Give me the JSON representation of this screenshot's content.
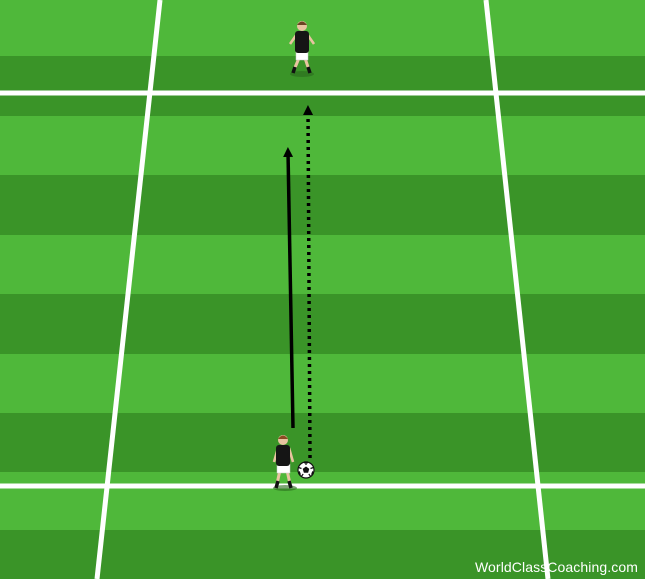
{
  "diagram": {
    "type": "soccer-drill",
    "elements": [
      {
        "name": "goalkeeper-player",
        "kind": "player",
        "kit": "black shirt, white shorts"
      },
      {
        "name": "attacker-player",
        "kind": "player",
        "kit": "black shirt, white shorts",
        "has_ball": true
      },
      {
        "name": "soccer-ball",
        "kind": "ball"
      },
      {
        "name": "run-arrow",
        "kind": "arrow",
        "style": "solid",
        "meaning": "player run"
      },
      {
        "name": "pass-arrow",
        "kind": "arrow",
        "style": "dotted",
        "meaning": "ball pass"
      }
    ]
  },
  "colors": {
    "grass_light": "#4fb83a",
    "grass_dark": "#3a9428",
    "lines": "#ffffff",
    "arrows": "#000000"
  },
  "watermark": {
    "text": "WorldClassCoaching.com"
  }
}
